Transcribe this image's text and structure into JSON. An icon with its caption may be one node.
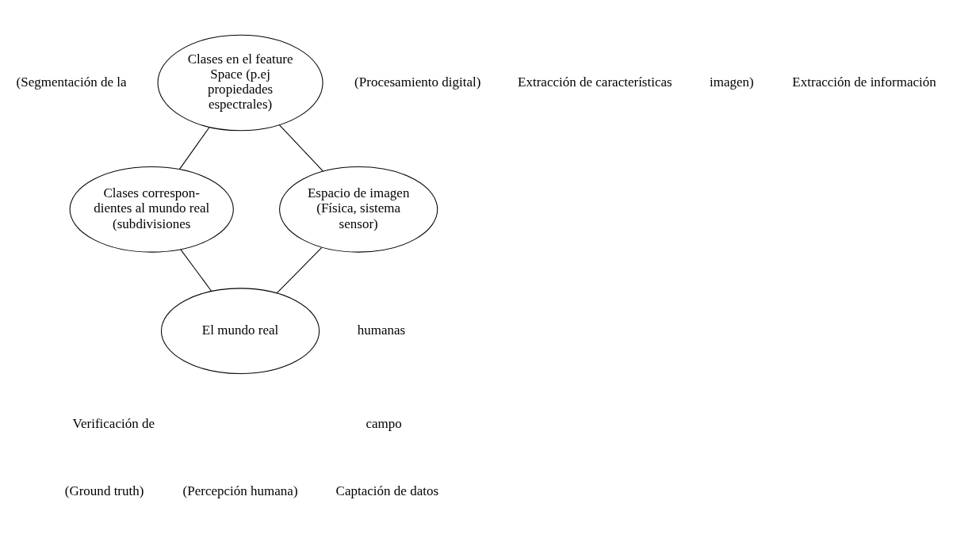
{
  "diagram": {
    "nodes": [
      {
        "text": [
          "Clases en el feature Space (p.ej propiedades espectrales)"
        ]
      },
      {
        "text": [
          "Espacio de imagen (Física, sistema sensor)"
        ]
      },
      {
        "text": [
          "Clases correspon- dientes al mundo real (subdivisiones"
        ]
      },
      {
        "text": [
          "El mundo real"
        ]
      }
    ],
    "edges": [
      {
        "from": 1,
        "to": 0,
        "arrow": "none"
      },
      {
        "from": 0,
        "to": 2,
        "arrow": "none"
      },
      {
        "from": 1,
        "to": 3,
        "arrow": "none"
      },
      {
        "from": 3,
        "to": 2,
        "arrow": "none"
      }
    ],
    "labels": [
      "Extracción de características",
      "(Procesamiento digital)",
      "imagen)",
      "Extracción de información",
      "(Segmentación de la",
      "humanas",
      "Verificación de",
      "campo",
      "Captación de datos",
      "(Percepción humana)",
      "(Ground truth)"
    ]
  }
}
